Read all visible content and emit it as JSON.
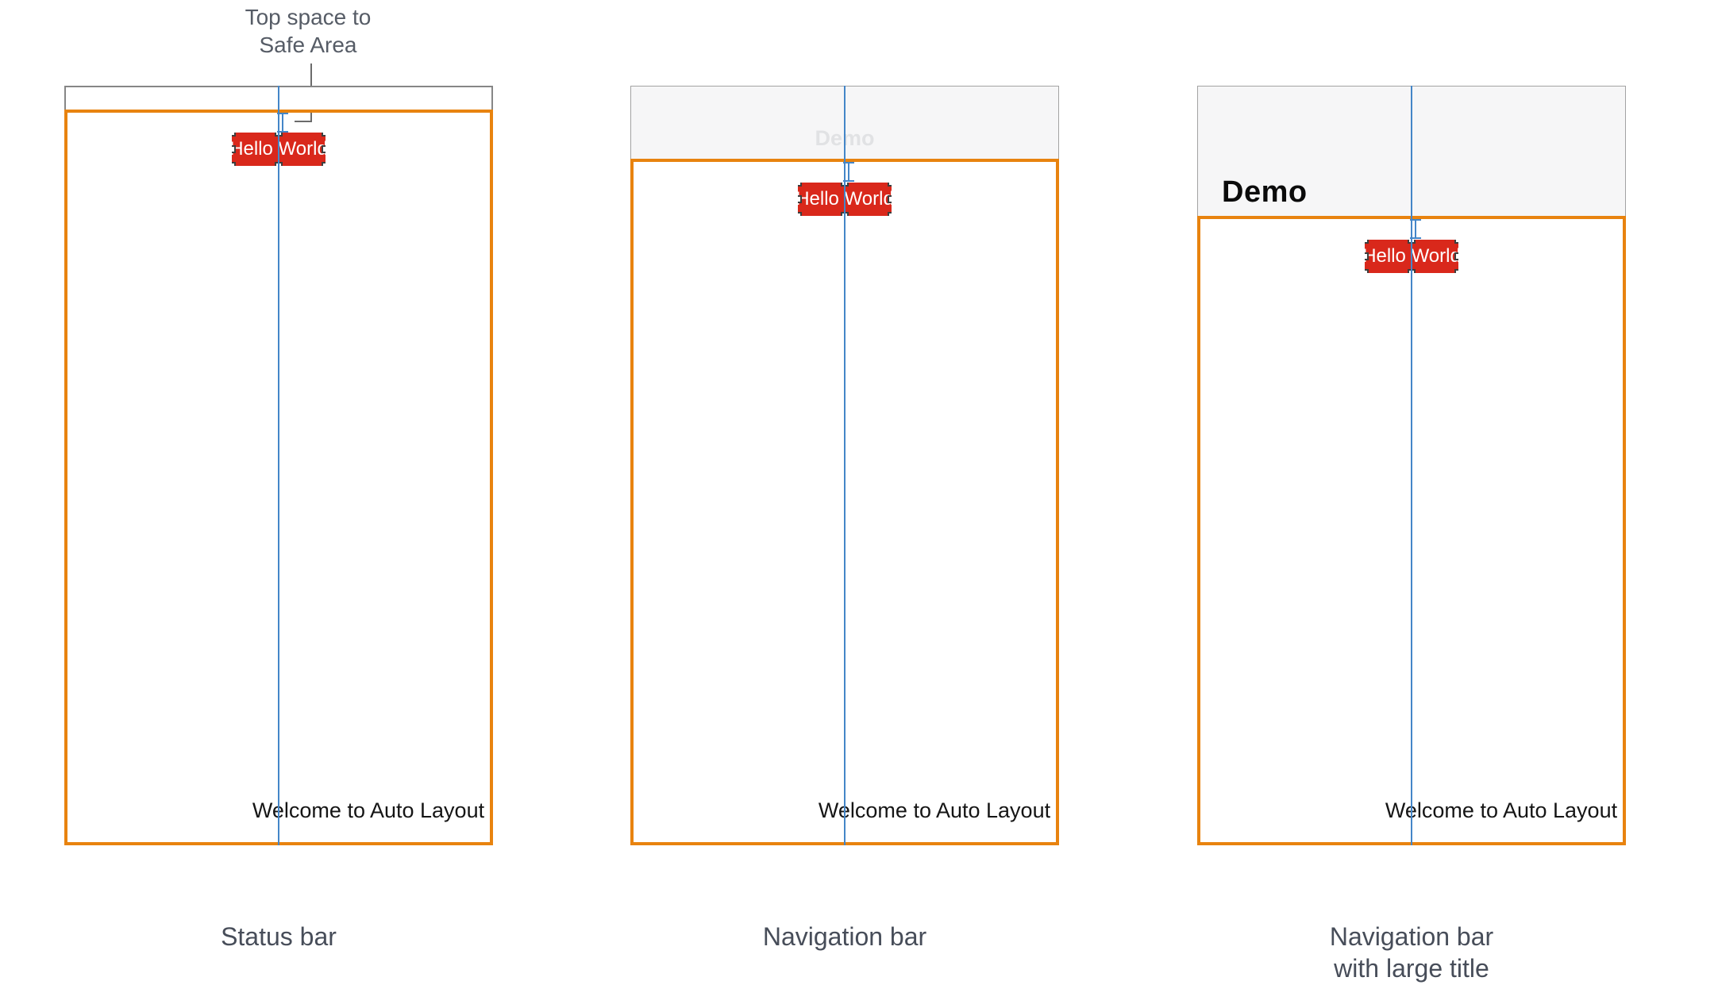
{
  "annotation": {
    "line1": "Top space to",
    "line2": "Safe Area"
  },
  "phones": [
    {
      "bar_title": "",
      "button_label": "Hello World",
      "welcome_text": "Welcome to Auto Layout",
      "caption_line1": "Status bar",
      "caption_line2": ""
    },
    {
      "bar_title": "Demo",
      "button_label": "Hello World",
      "welcome_text": "Welcome to Auto Layout",
      "caption_line1": "Navigation bar",
      "caption_line2": ""
    },
    {
      "bar_title": "Demo",
      "button_label": "Hello World",
      "welcome_text": "Welcome to Auto Layout",
      "caption_line1": "Navigation bar",
      "caption_line2": "with large title"
    }
  ],
  "colors": {
    "safe_area_orange": "#e8830f",
    "selection_red": "#d9281b",
    "guide_blue": "#4486c8",
    "bar_fill": "#f6f6f7",
    "dim_title_gray": "#e1e2e4",
    "caption_text": "#474d59",
    "annotation_text": "#565c66"
  }
}
